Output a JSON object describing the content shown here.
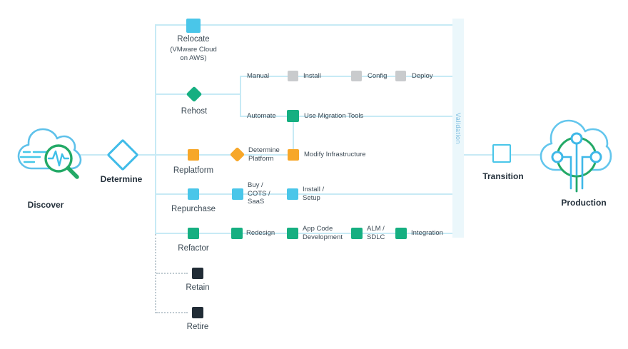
{
  "palette": {
    "cyan": "#4AC6E9",
    "green": "#16AF81",
    "orange": "#F7A729",
    "gray": "#C9CBCD",
    "navy": "#212C36",
    "connector_line": "#C7EAF5",
    "validation_bg": "#EBF7FB",
    "validation_text": "#7BBCDF"
  },
  "flow": {
    "discover": "Discover",
    "determine": "Determine",
    "validation": "Validation",
    "transition": "Transition",
    "production": "Production"
  },
  "relocate": {
    "label": "Relocate",
    "sub_line1": "(VMware Cloud",
    "sub_line2": "on AWS)"
  },
  "rehost": {
    "label": "Rehost",
    "manual": "Manual",
    "install": "Install",
    "config": "Config",
    "deploy": "Deploy",
    "automate": "Automate",
    "use_migration_tools": "Use Migration Tools"
  },
  "replatform": {
    "label": "Replatform",
    "determine_platform_line1": "Determine",
    "determine_platform_line2": "Platform",
    "modify_infrastructure": "Modify Infrastructure"
  },
  "repurchase": {
    "label": "Repurchase",
    "buy_line1": "Buy /",
    "buy_line2": "COTS /",
    "buy_line3": "SaaS",
    "install_line1": "Install /",
    "install_line2": "Setup"
  },
  "refactor": {
    "label": "Refactor",
    "redesign": "Redesign",
    "app_code_line1": "App Code",
    "app_code_line2": "Development",
    "alm_line1": "ALM /",
    "alm_line2": "SDLC",
    "integration": "Integration"
  },
  "retain": {
    "label": "Retain"
  },
  "retire": {
    "label": "Retire"
  }
}
